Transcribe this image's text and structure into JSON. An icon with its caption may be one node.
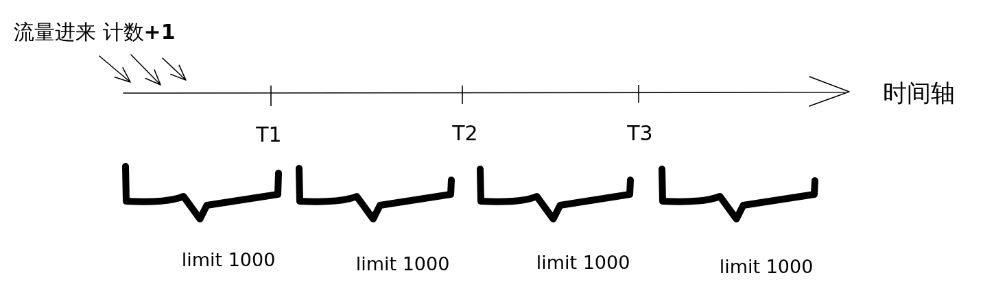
{
  "diagram": {
    "labels": [
      "流量进来 计数**+1**",
      "时间轴",
      "T1",
      "T2",
      "T3",
      "limit 1000",
      "limit 1000",
      "limit 1000",
      "limit 1000"
    ]
  }
}
